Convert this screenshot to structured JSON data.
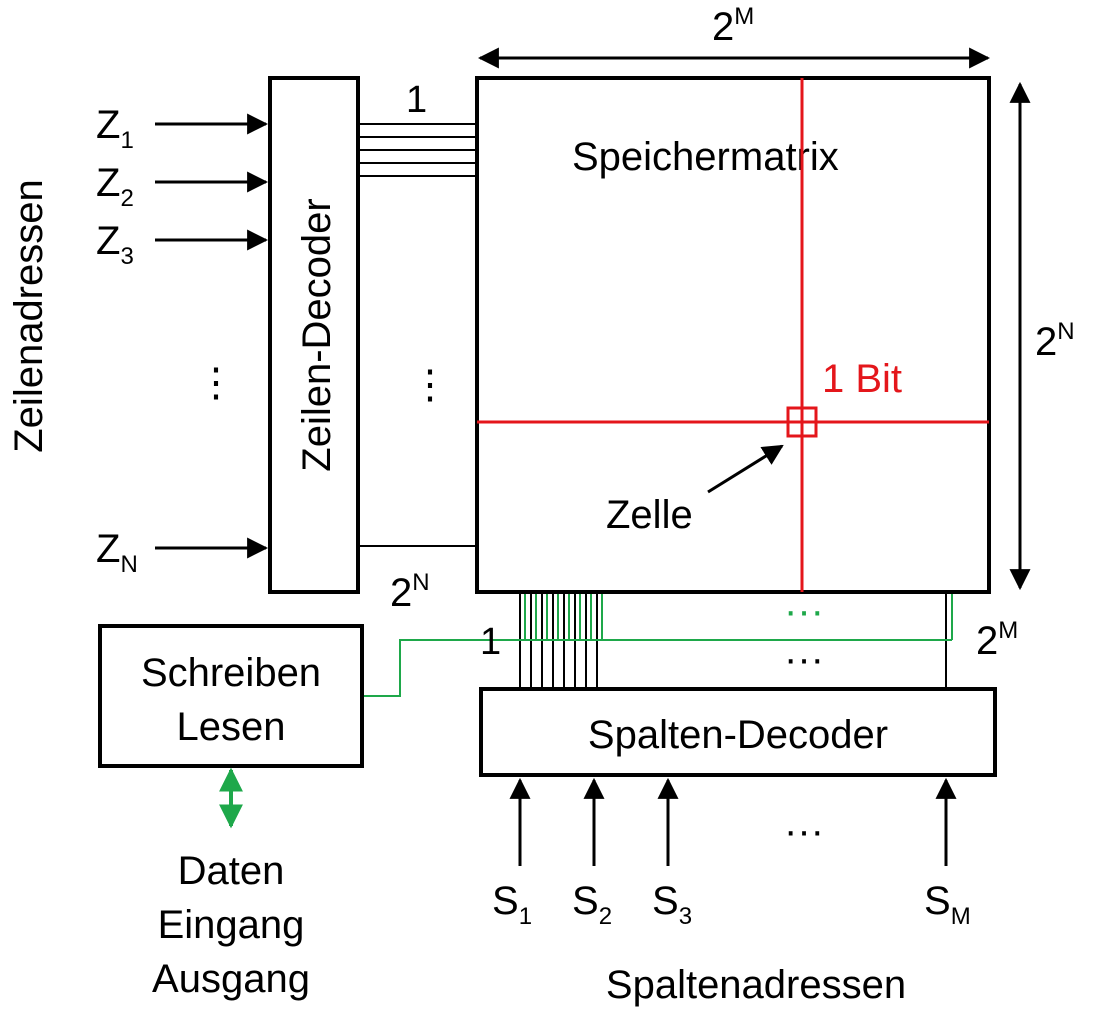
{
  "colors": {
    "line": "#000000",
    "highlight": "#e4161b",
    "data_path": "#1ea84a",
    "background": "#ffffff"
  },
  "labels": {
    "width_exp_top": {
      "base": "2",
      "exp": "M"
    },
    "height_exp_right": {
      "base": "2",
      "exp": "N"
    },
    "row_lines_count_bottom": {
      "base": "2",
      "exp": "N"
    },
    "col_lines_count": {
      "base": "2",
      "exp": "M"
    },
    "row_line_first": "1",
    "col_line_first": "1",
    "matrix": "Speichermatrix",
    "bit": "1 Bit",
    "cell": "Zelle",
    "row_decoder": "Zeilen-Decoder",
    "col_decoder": "Spalten-Decoder",
    "rw_line1": "Schreiben",
    "rw_line2": "Lesen",
    "data_line1": "Daten",
    "data_line2": "Eingang",
    "data_line3": "Ausgang",
    "row_addresses": "Zeilenadressen",
    "col_addresses": "Spaltenadressen",
    "ellipsis_vertical": "⋮",
    "ellipsis_horizontal": "···"
  },
  "row_inputs": [
    {
      "base": "Z",
      "sub": "1"
    },
    {
      "base": "Z",
      "sub": "2"
    },
    {
      "base": "Z",
      "sub": "3"
    },
    {
      "base": "Z",
      "sub": "N"
    }
  ],
  "col_inputs": [
    {
      "base": "S",
      "sub": "1"
    },
    {
      "base": "S",
      "sub": "2"
    },
    {
      "base": "S",
      "sub": "3"
    },
    {
      "base": "S",
      "sub": "M"
    }
  ]
}
